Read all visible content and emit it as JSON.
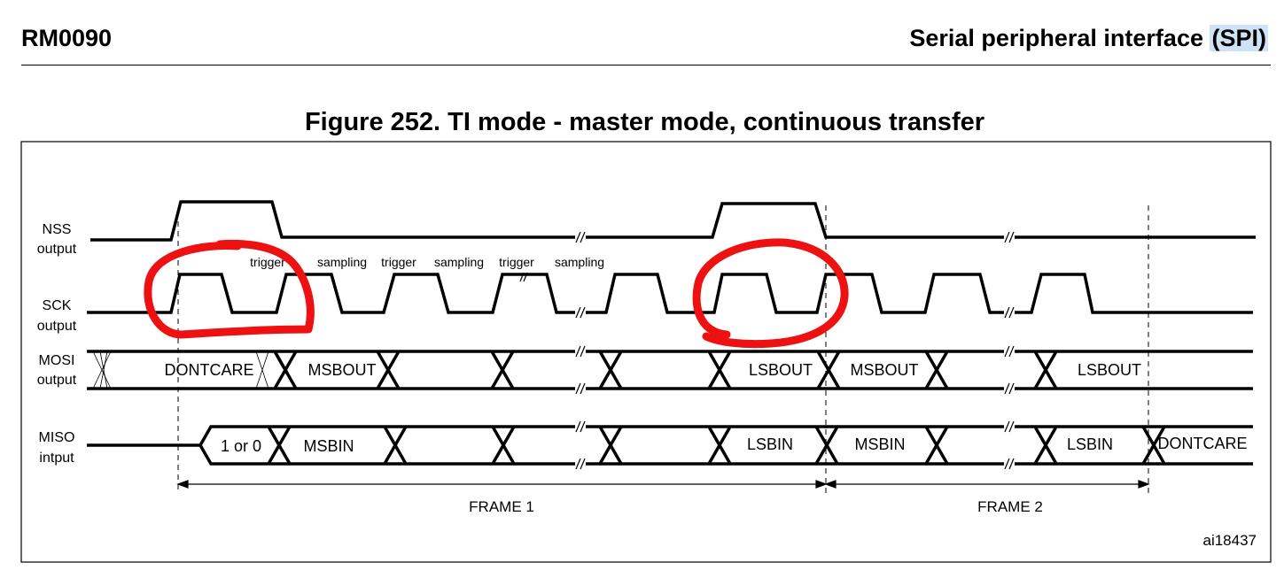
{
  "header": {
    "doc_id": "RM0090",
    "section_title_prefix": "Serial peripheral interface ",
    "section_title_highlight": "(SPI)"
  },
  "figure": {
    "title": "Figure 252. TI mode - master mode, continuous transfer",
    "ref": "ai18437"
  },
  "signals": {
    "nss": [
      "NSS",
      "output"
    ],
    "sck": [
      "SCK",
      "output"
    ],
    "mosi": [
      "MOSI",
      "output"
    ],
    "miso": [
      "MISO",
      "intput"
    ]
  },
  "annotations": [
    "trigger",
    "sampling",
    "trigger",
    "sampling",
    "trigger",
    "sampling"
  ],
  "mosi_data": [
    "DONTCARE",
    "MSBOUT",
    "LSBOUT",
    "MSBOUT",
    "LSBOUT"
  ],
  "miso_data": [
    "1 or 0",
    "MSBIN",
    "LSBIN",
    "MSBIN",
    "LSBIN",
    "DONTCARE"
  ],
  "frames": [
    "FRAME 1",
    "FRAME 2"
  ],
  "markup": {
    "circle_color": "#ee1111"
  }
}
